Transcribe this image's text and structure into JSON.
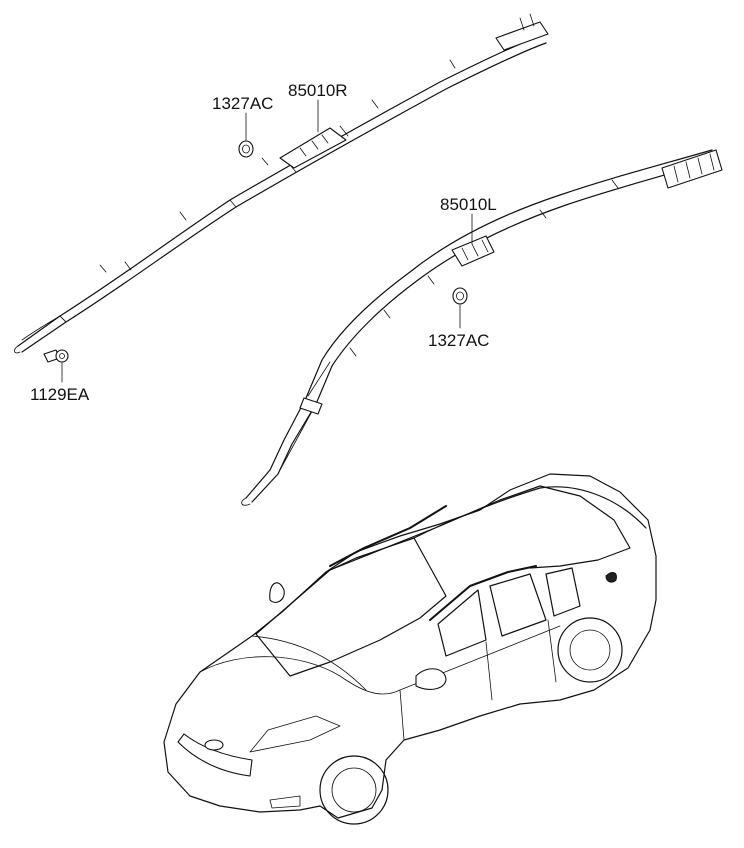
{
  "callouts": {
    "clip_right": "1327AC",
    "airbag_right": "85010R",
    "airbag_left": "85010L",
    "clip_left": "1327AC",
    "bolt": "1129EA"
  }
}
